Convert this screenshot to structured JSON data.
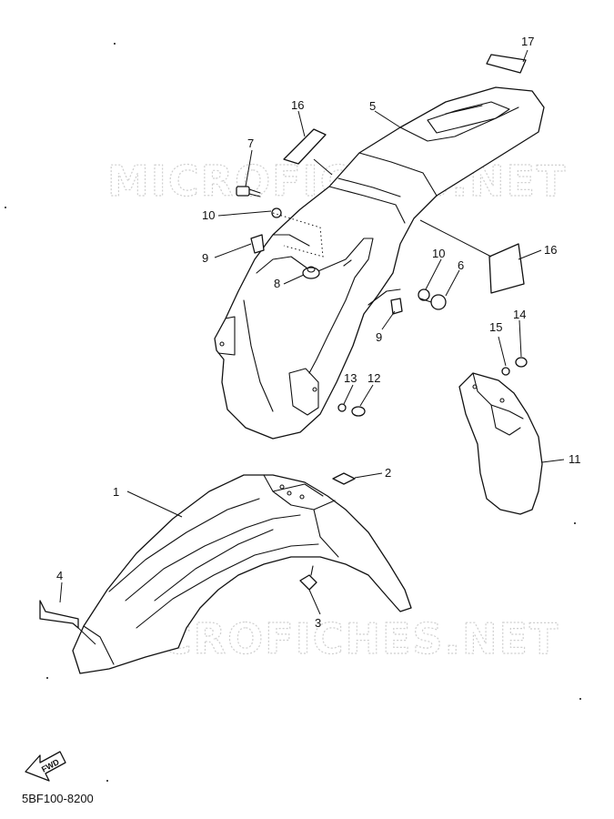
{
  "watermarks": [
    "MICROFICHES.NET",
    "MICROFICHES.NET"
  ],
  "callouts": {
    "c1": "1",
    "c2": "2",
    "c3": "3",
    "c4": "4",
    "c5": "5",
    "c6": "6",
    "c7": "7",
    "c8": "8",
    "c9a": "9",
    "c9b": "9",
    "c10a": "10",
    "c10b": "10",
    "c11": "11",
    "c12": "12",
    "c13": "13",
    "c14": "14",
    "c15": "15",
    "c16a": "16",
    "c16b": "16",
    "c17": "17"
  },
  "fwd_label": "FWD",
  "drawing_code": "5BF100-8200",
  "icons": {
    "fwd_arrow": "fwd-arrow-icon"
  }
}
